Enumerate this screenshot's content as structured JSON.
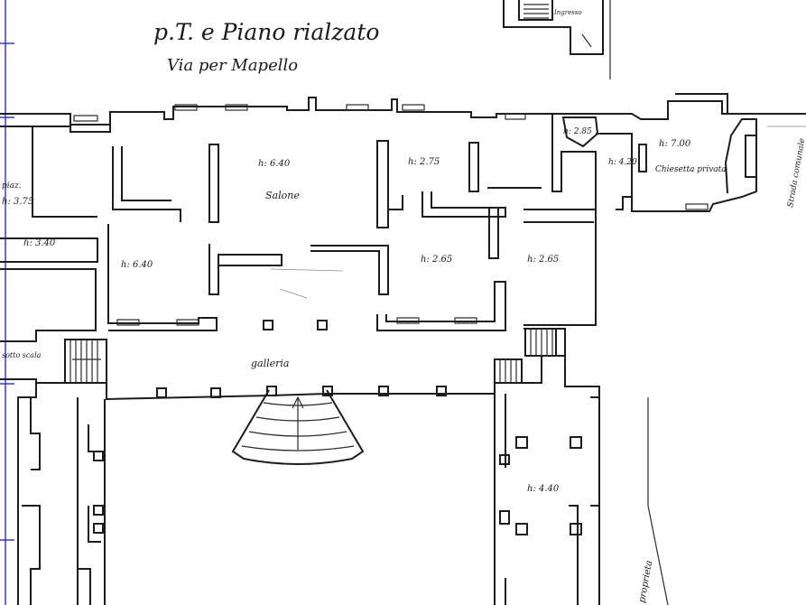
{
  "title": "p.T. e Piano rialzato",
  "subtitle": "Via per Mapello",
  "corner_note": "Ingresso",
  "rooms": {
    "salone": {
      "name": "Salone",
      "height": "h: 6.40"
    },
    "left_room": {
      "height": "h: 6.40"
    },
    "room_275": {
      "height": "h: 2.75"
    },
    "room_265a": {
      "height": "h: 2.65"
    },
    "room_265b": {
      "height": "h: 2.65"
    },
    "chiesetta": {
      "name": "Chiesetta privata",
      "height": "h: 7.00"
    },
    "small_420": {
      "height": "h: 4.20"
    },
    "small_285": {
      "height": "h: 2.85"
    },
    "left_340": {
      "height": "h: 3.40"
    },
    "left_375": {
      "height": "h: 3.75"
    },
    "left_sotto": {
      "name": "sotto scala"
    },
    "galleria": {
      "name": "galleria"
    },
    "right_440": {
      "height": "h: 4.40"
    }
  },
  "side_notes": {
    "right_top": "Strada comunale",
    "right_bottom": "proprieta",
    "left_fragment": "piaz."
  }
}
